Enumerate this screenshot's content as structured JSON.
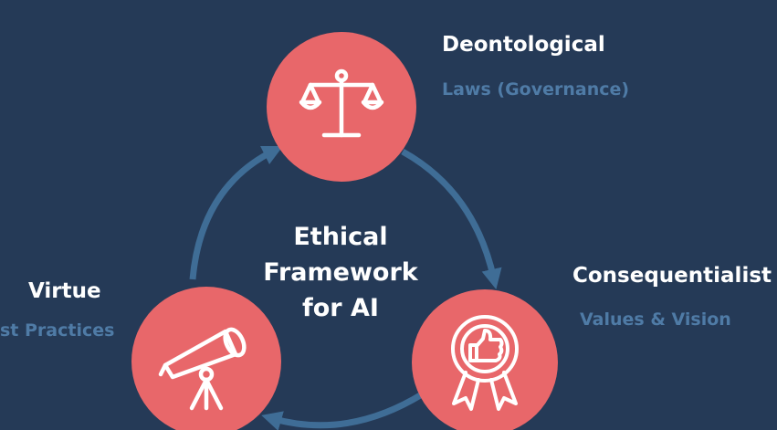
{
  "colors": {
    "background": "#253a57",
    "node_fill": "#e8676a",
    "arrow": "#3f6d96",
    "title_text": "#ffffff",
    "subtitle_text": "#4f7ba6"
  },
  "center": {
    "lines": [
      "Ethical",
      "Framework",
      "for AI"
    ]
  },
  "nodes": {
    "deontological": {
      "title": "Deontological",
      "subtitle": "Laws (Governance)",
      "icon": "scales-of-justice-icon"
    },
    "consequentialist": {
      "title": "Consequentialist",
      "subtitle": "Values & Vision",
      "icon": "award-ribbon-thumbs-up-icon"
    },
    "virtue": {
      "title": "Virtue",
      "subtitle": "st Practices",
      "icon": "telescope-icon"
    }
  }
}
